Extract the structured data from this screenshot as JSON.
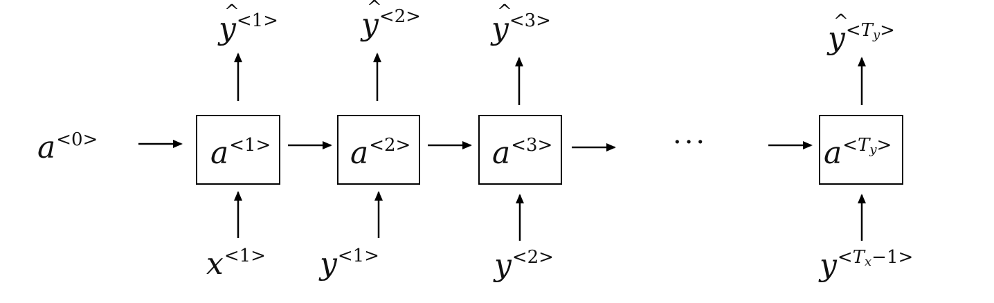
{
  "initial": {
    "base": "a",
    "sup": "<0>"
  },
  "cells": [
    {
      "id": "1",
      "hidden": {
        "base": "a",
        "sup": "<1>"
      },
      "output": {
        "base": "y",
        "sup": "<1>"
      },
      "input": {
        "base": "x",
        "sup": "<1>"
      }
    },
    {
      "id": "2",
      "hidden": {
        "base": "a",
        "sup": "<2>"
      },
      "output": {
        "base": "y",
        "sup": "<2>"
      },
      "input": {
        "base": "y",
        "sup": "<1>"
      }
    },
    {
      "id": "3",
      "hidden": {
        "base": "a",
        "sup": "<3>"
      },
      "output": {
        "base": "y",
        "sup": "<3>"
      },
      "input": {
        "base": "y",
        "sup": "<2>"
      }
    },
    {
      "id": "T",
      "hidden": {
        "base": "a",
        "sup_open": "<",
        "sup_var": "T",
        "sup_sub": "y",
        "sup_close": ">"
      },
      "output": {
        "base": "y",
        "sup_open": "<",
        "sup_var": "T",
        "sup_sub": "y",
        "sup_close": ">"
      },
      "input": {
        "base": "y",
        "sup_open": "<",
        "sup_var": "T",
        "sup_sub": "x",
        "sup_close": "−1>"
      }
    }
  ],
  "ellipsis": "···"
}
